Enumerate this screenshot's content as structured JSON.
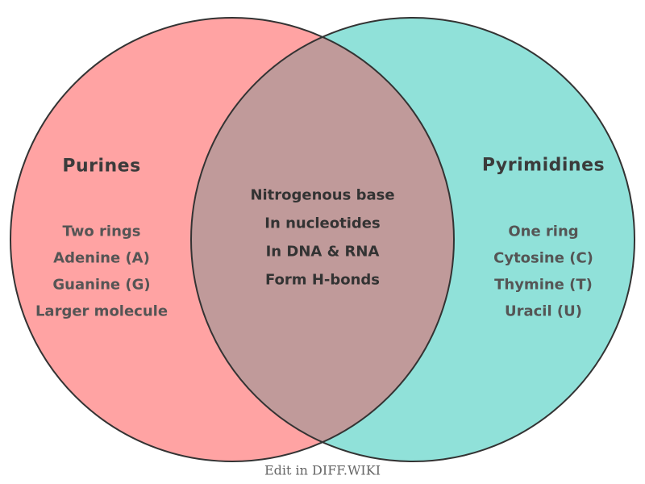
{
  "diagram": {
    "type": "venn",
    "left_circle": {
      "title": "Purines",
      "items": [
        "Two rings",
        "Adenine (A)",
        "Guanine (G)",
        "Larger molecule"
      ],
      "fill": "#ffa3a3"
    },
    "right_circle": {
      "title": "Pyrimidines",
      "items": [
        "One ring",
        "Cytosine (C)",
        "Thymine (T)",
        "Uracil (U)"
      ],
      "fill": "#90e1d9"
    },
    "overlap": {
      "items": [
        "Nitrogenous base",
        "In nucleotides",
        "In DNA & RNA",
        "Form H-bonds"
      ],
      "fill": "#c09a9a"
    },
    "outline_color": "#333333",
    "title_text_color": "#3b3b3b",
    "item_text_color": "#555555",
    "overlap_text_color": "#333333"
  },
  "footer": {
    "caption": "Edit in DIFF.WIKI",
    "caption_color": "#666666"
  }
}
